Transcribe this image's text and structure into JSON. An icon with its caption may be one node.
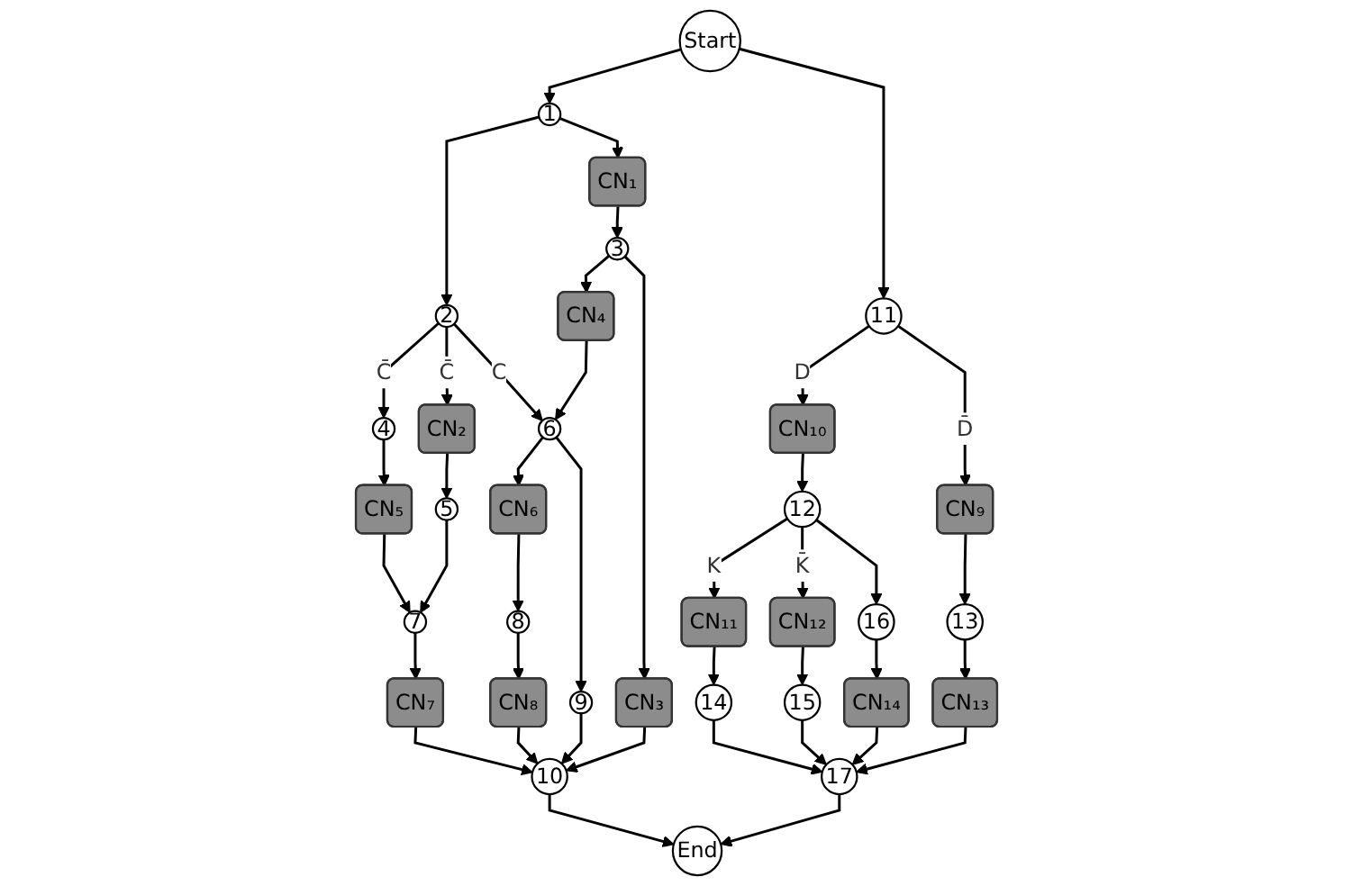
{
  "diagram": {
    "nodes": [
      {
        "text": [
          "Start"
        ]
      },
      {
        "text": [
          "1"
        ]
      },
      {
        "text": [
          "11"
        ]
      },
      {
        "text": [
          "2"
        ]
      },
      {
        "text": [
          "CN₁"
        ]
      },
      {
        "text": [
          "3"
        ]
      },
      {
        "text": [
          "CN₁₀"
        ]
      },
      {
        "text": [
          "CN₉"
        ]
      },
      {
        "text": [
          "12"
        ]
      },
      {
        "text": [
          "13"
        ]
      },
      {
        "text": [
          "CN₄"
        ]
      },
      {
        "text": [
          "6"
        ]
      },
      {
        "text": [
          "CN₂"
        ]
      },
      {
        "text": [
          "4"
        ]
      },
      {
        "text": [
          "5"
        ]
      },
      {
        "text": [
          "CN₆"
        ]
      },
      {
        "text": [
          "9"
        ]
      },
      {
        "text": [
          "CN₃"
        ]
      },
      {
        "text": [
          "CN₁₁"
        ]
      },
      {
        "text": [
          "CN₁₂"
        ]
      },
      {
        "text": [
          "14"
        ]
      },
      {
        "text": [
          "15"
        ]
      },
      {
        "text": [
          "16"
        ]
      },
      {
        "text": [
          "CN₁₃"
        ]
      },
      {
        "text": [
          "CN₅"
        ]
      },
      {
        "text": [
          "8"
        ]
      },
      {
        "text": [
          "7"
        ]
      },
      {
        "text": [
          "CN₈"
        ]
      },
      {
        "text": [
          "CN₁₄"
        ]
      },
      {
        "text": [
          "CN₇"
        ]
      },
      {
        "text": [
          "10"
        ]
      },
      {
        "text": [
          "17"
        ]
      },
      {
        "text": [
          "End"
        ]
      }
    ],
    "edges": [
      {
        "from": 0,
        "to": 1,
        "arrow": "to"
      },
      {
        "from": 0,
        "to": 2,
        "arrow": "to"
      },
      {
        "from": 1,
        "to": 3,
        "arrow": "to"
      },
      {
        "from": 1,
        "to": 4,
        "arrow": "to"
      },
      {
        "from": 4,
        "to": 5,
        "arrow": "to"
      },
      {
        "from": 5,
        "to": 10,
        "arrow": "to"
      },
      {
        "from": 5,
        "to": 17,
        "arrow": "to"
      },
      {
        "from": 10,
        "to": 11,
        "arrow": "to"
      },
      {
        "from": 3,
        "to": 13,
        "label": "C̄",
        "arrow": "to"
      },
      {
        "from": 3,
        "to": 12,
        "label": "C̄",
        "arrow": "to"
      },
      {
        "from": 3,
        "to": 11,
        "label": "C",
        "arrow": "to"
      },
      {
        "from": 12,
        "to": 14,
        "arrow": "to"
      },
      {
        "from": 13,
        "to": 24,
        "arrow": "to"
      },
      {
        "from": 14,
        "to": 26,
        "arrow": "to"
      },
      {
        "from": 24,
        "to": 26,
        "arrow": "to"
      },
      {
        "from": 11,
        "to": 15,
        "arrow": "to"
      },
      {
        "from": 11,
        "to": 16,
        "arrow": "to"
      },
      {
        "from": 15,
        "to": 25,
        "arrow": "to"
      },
      {
        "from": 25,
        "to": 27,
        "arrow": "to"
      },
      {
        "from": 26,
        "to": 29,
        "arrow": "to"
      },
      {
        "from": 29,
        "to": 30,
        "arrow": "to"
      },
      {
        "from": 27,
        "to": 30,
        "arrow": "to"
      },
      {
        "from": 16,
        "to": 30,
        "arrow": "to"
      },
      {
        "from": 17,
        "to": 30,
        "arrow": "to"
      },
      {
        "from": 30,
        "to": 32,
        "arrow": "to"
      },
      {
        "from": 2,
        "to": 6,
        "label": "D",
        "arrow": "to"
      },
      {
        "from": 2,
        "to": 7,
        "label": "D̄",
        "arrow": "to"
      },
      {
        "from": 6,
        "to": 8,
        "arrow": "to"
      },
      {
        "from": 7,
        "to": 9,
        "arrow": "to"
      },
      {
        "from": 8,
        "to": 18,
        "label": "K",
        "arrow": "to"
      },
      {
        "from": 8,
        "to": 19,
        "label": "K̄",
        "arrow": "to"
      },
      {
        "from": 8,
        "to": 22,
        "arrow": "to"
      },
      {
        "from": 18,
        "to": 20,
        "arrow": "to"
      },
      {
        "from": 19,
        "to": 21,
        "arrow": "to"
      },
      {
        "from": 9,
        "to": 23,
        "arrow": "to"
      },
      {
        "from": 22,
        "to": 28,
        "arrow": "to"
      },
      {
        "from": 20,
        "to": 31,
        "arrow": "to"
      },
      {
        "from": 21,
        "to": 31,
        "arrow": "to"
      },
      {
        "from": 28,
        "to": 31,
        "arrow": "to"
      },
      {
        "from": 23,
        "to": 31,
        "arrow": "to"
      },
      {
        "from": 31,
        "to": 32,
        "arrow": "to"
      }
    ]
  }
}
